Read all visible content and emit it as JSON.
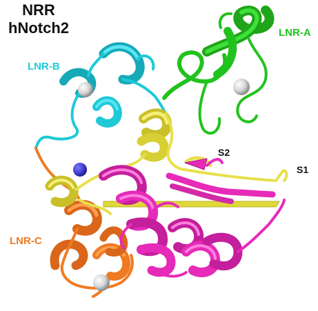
{
  "title": {
    "line1": "NRR",
    "line2": "hNotch2"
  },
  "labels": {
    "lnr_a": "LNR-A",
    "lnr_b": "LNR-B",
    "lnr_c": "LNR-C",
    "s2": "S2",
    "s1": "S1"
  },
  "colors": {
    "lnr_a": "#22c21e",
    "lnr_b": "#1fc9d8",
    "lnr_c": "#f07a22",
    "hd_n": "#e8e04a",
    "hd_c": "#e62bb9",
    "ion": "#3b3ad0",
    "calcium": "#d9d9d9",
    "label_text": "#111111"
  }
}
